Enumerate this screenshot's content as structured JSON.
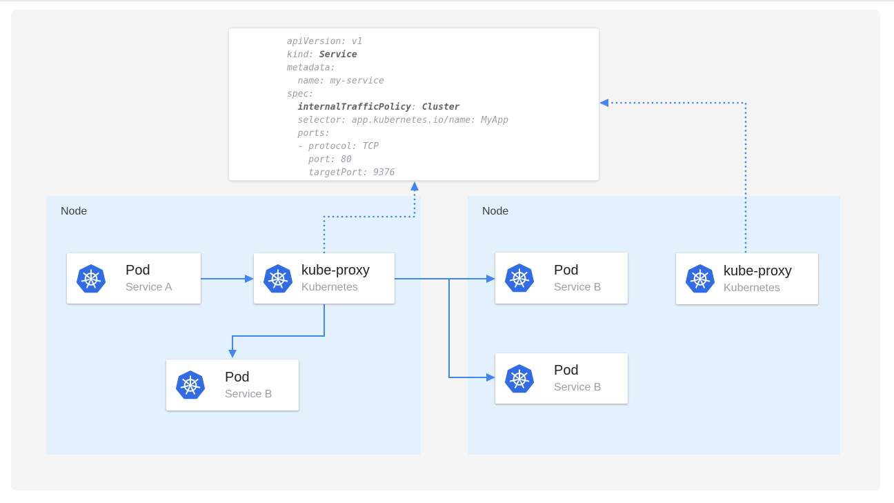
{
  "yaml_card": {
    "lines": [
      {
        "pre": "apiVersion: v1"
      },
      {
        "pre": "kind: ",
        "bold": "Service"
      },
      {
        "pre": "metadata:"
      },
      {
        "pre": "  name: my-service"
      },
      {
        "pre": "spec:"
      },
      {
        "pre": "  ",
        "bold": "internalTrafficPolicy",
        "mid": ": ",
        "bold2": "Cluster"
      },
      {
        "pre": "  selector: app.kubernetes.io/name: MyApp"
      },
      {
        "pre": "  ports:"
      },
      {
        "pre": "  - protocol: TCP"
      },
      {
        "pre": "    port: 80"
      },
      {
        "pre": "    targetPort: 9376"
      }
    ]
  },
  "nodes": [
    {
      "label": "Node",
      "boxes": [
        {
          "title": "Pod",
          "subtitle": "Service A"
        },
        {
          "title": "kube-proxy",
          "subtitle": "Kubernetes"
        },
        {
          "title": "Pod",
          "subtitle": "Service B"
        }
      ]
    },
    {
      "label": "Node",
      "boxes": [
        {
          "title": "Pod",
          "subtitle": "Service B"
        },
        {
          "title": "Pod",
          "subtitle": "Service B"
        },
        {
          "title": "kube-proxy",
          "subtitle": "Kubernetes"
        }
      ]
    }
  ],
  "icons": {
    "kubernetes": "kubernetes-helm-icon"
  },
  "colors": {
    "page_bg": "#ffffff",
    "topline": "#e7e7e7",
    "panel_bg": "#f5f5f6",
    "node_bg": "#e3f0fd",
    "card_bg": "#ffffff",
    "card_border": "#e4e4e4",
    "arrow": "#4285f4",
    "k8s_blue": "#326ce5",
    "title_text": "#202124",
    "subtitle_text": "#9aa0a6",
    "node_label_text": "#3c4043",
    "code_text": "#9aa0a6",
    "code_bold_text": "#5f6368"
  }
}
